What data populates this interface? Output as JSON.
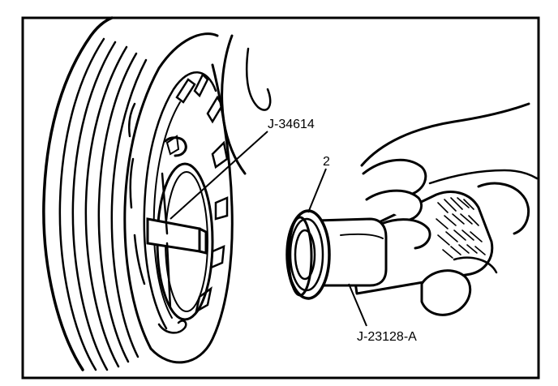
{
  "callouts": {
    "tool_top": "J-34614",
    "item_number": "2",
    "tool_bottom": "J-23128-A"
  },
  "colors": {
    "ink": "#000000",
    "paper": "#ffffff"
  }
}
